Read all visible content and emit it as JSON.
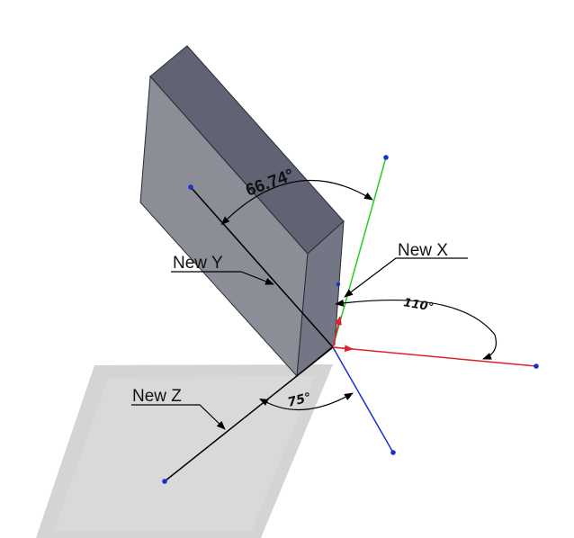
{
  "labels": {
    "new_y": "New Y",
    "new_x": "New X",
    "new_z": "New Z"
  },
  "dimensions": {
    "angle_y": "66.74°",
    "angle_x": "110°",
    "angle_z": "75°"
  },
  "colors": {
    "background": "#ffffff",
    "block_front": "#8a8d96",
    "block_top": "#5d6170",
    "block_side": "#6f7380",
    "shadow": "#d2d2d2",
    "axis_x": "#e0202a",
    "axis_y": "#22d022",
    "axis_z": "#1a2fd0",
    "point": "#1a2fd0",
    "leader": "#000000"
  }
}
